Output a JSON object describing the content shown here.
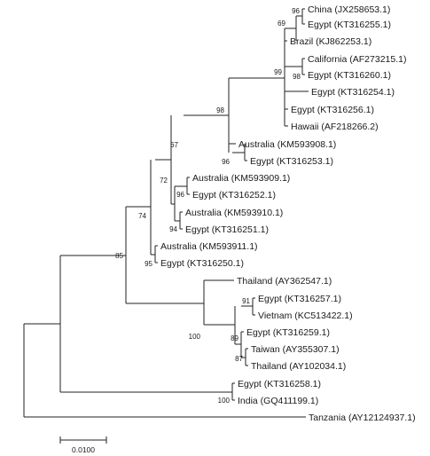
{
  "tree": {
    "leaves": [
      {
        "id": "L1",
        "label": "China (JX258653.1)"
      },
      {
        "id": "L2",
        "label": "Egypt (KT316255.1)"
      },
      {
        "id": "L3",
        "label": "Brazil (KJ862253.1)"
      },
      {
        "id": "L4",
        "label": "California (AF273215.1)"
      },
      {
        "id": "L5",
        "label": "Egypt (KT316260.1)"
      },
      {
        "id": "L6",
        "label": "Egypt (KT316254.1)"
      },
      {
        "id": "L7",
        "label": "Egypt (KT316256.1)"
      },
      {
        "id": "L8",
        "label": "Hawaii (AF218266.2)"
      },
      {
        "id": "L9",
        "label": "Australia (KM593908.1)"
      },
      {
        "id": "L10",
        "label": "Egypt (KT316253.1)"
      },
      {
        "id": "L11",
        "label": "Australia (KM593909.1)"
      },
      {
        "id": "L12",
        "label": "Egypt (KT316252.1)"
      },
      {
        "id": "L13",
        "label": "Australia (KM593910.1)"
      },
      {
        "id": "L14",
        "label": "Egypt (KT316251.1)"
      },
      {
        "id": "L15",
        "label": "Australia (KM593911.1)"
      },
      {
        "id": "L16",
        "label": "Egypt (KT316250.1)"
      },
      {
        "id": "L17",
        "label": "Thailand (AY362547.1)"
      },
      {
        "id": "L18",
        "label": "Egypt (KT316257.1)"
      },
      {
        "id": "L19",
        "label": "Vietnam (KC513422.1)"
      },
      {
        "id": "L20",
        "label": "Egypt (KT316259.1)"
      },
      {
        "id": "L21",
        "label": "Taiwan (AY355307.1)"
      },
      {
        "id": "L22",
        "label": "Thailand (AY102034.1)"
      },
      {
        "id": "L23",
        "label": "Egypt (KT316258.1)"
      },
      {
        "id": "L24",
        "label": "India (GQ411199.1)"
      },
      {
        "id": "L25",
        "label": "Tanzania (AY12124937.1)"
      }
    ],
    "bootstrap_values": [
      {
        "id": "n1",
        "value": "96"
      },
      {
        "id": "n2",
        "value": "69"
      },
      {
        "id": "n3",
        "value": "98"
      },
      {
        "id": "n4",
        "value": "99"
      },
      {
        "id": "n5",
        "value": "96"
      },
      {
        "id": "n6",
        "value": "98"
      },
      {
        "id": "n7",
        "value": "96"
      },
      {
        "id": "n8",
        "value": "67"
      },
      {
        "id": "n9",
        "value": "94"
      },
      {
        "id": "n10",
        "value": "72"
      },
      {
        "id": "n11",
        "value": "95"
      },
      {
        "id": "n12",
        "value": "74"
      },
      {
        "id": "n13",
        "value": "91"
      },
      {
        "id": "n14",
        "value": "87"
      },
      {
        "id": "n15",
        "value": "89"
      },
      {
        "id": "n16",
        "value": "100"
      },
      {
        "id": "n17",
        "value": "85"
      },
      {
        "id": "n18",
        "value": "100"
      }
    ],
    "scale_bar": {
      "label": "0.0100"
    }
  }
}
